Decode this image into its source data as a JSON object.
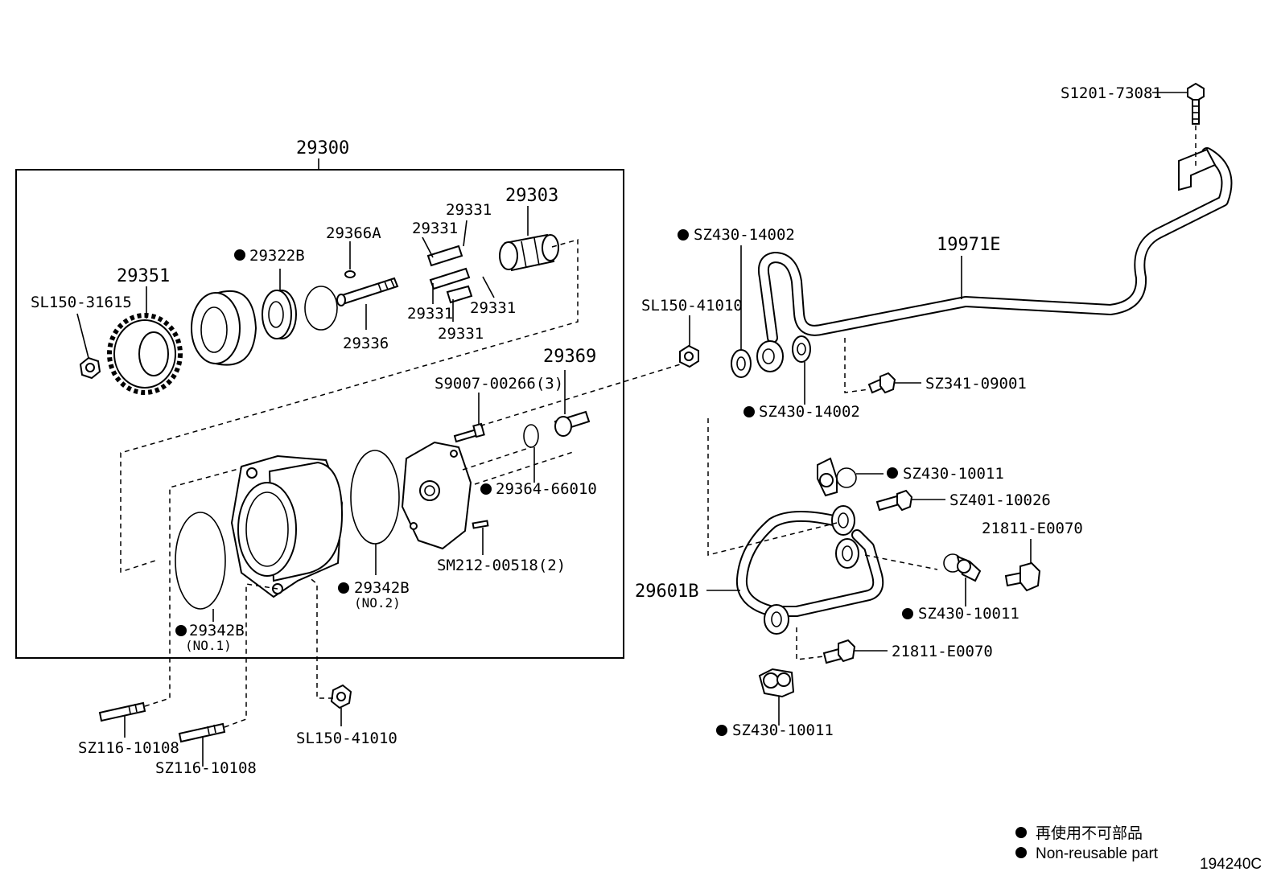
{
  "assembly": {
    "number": "29300"
  },
  "parts": {
    "p29351": "29351",
    "pSL150_31615": "SL150-31615",
    "p29322B": "29322B",
    "p29366A": "29366A",
    "p29336": "29336",
    "p29331_a": "29331",
    "p29331_b": "29331",
    "p29331_c": "29331",
    "p29331_d": "29331",
    "p29331_e": "29331",
    "p29303": "29303",
    "pS9007": "S9007-00266(3)",
    "p29369": "29369",
    "p29364": "29364-66010",
    "pSM212": "SM212-00518(2)",
    "p29342B_2": "29342B",
    "p29342B_2_note": "(NO.2)",
    "p29342B_1": "29342B",
    "p29342B_1_note": "(NO.1)",
    "pSZ116_a": "SZ116-10108",
    "pSZ116_b": "SZ116-10108",
    "pSL150_41010_bottom": "SL150-41010",
    "pSL150_41010_top": "SL150-41010",
    "pSZ430_14002_top": "SZ430-14002",
    "pSZ430_14002_bottom": "SZ430-14002",
    "p19971E": "19971E",
    "pS1201": "S1201-73081",
    "pSZ341": "SZ341-09001",
    "pSZ430_10011_a": "SZ430-10011",
    "pSZ401": "SZ401-10026",
    "p21811_a": "21811-E0070",
    "p29601B": "29601B",
    "pSZ430_10011_b": "SZ430-10011",
    "p21811_b": "21811-E0070",
    "pSZ430_10011_c": "SZ430-10011"
  },
  "legend": {
    "japanese": "再使用不可部品",
    "english": "Non-reusable part"
  },
  "diagram_code": "194240C"
}
